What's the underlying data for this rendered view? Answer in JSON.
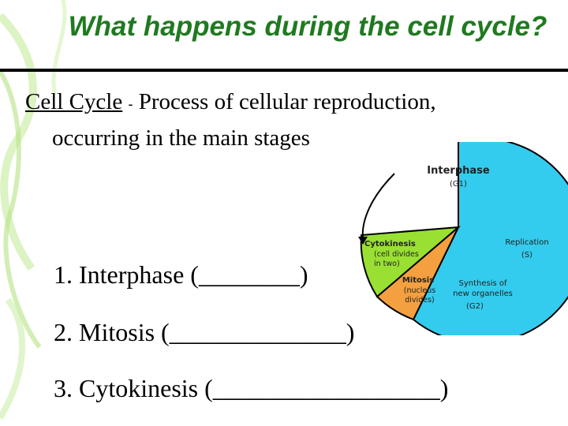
{
  "slide": {
    "title": "What happens during the cell cycle?",
    "definition": {
      "term": "Cell Cycle",
      "separator": "-",
      "line1": "Process of cellular reproduction,",
      "line2": "occurring in the main stages"
    },
    "stages": [
      {
        "number": "1.",
        "text": "Interphase (________)"
      },
      {
        "number": "2.",
        "text": "Mitosis (______________)"
      },
      {
        "number": "3.",
        "text": "Cytokinesis (__________________)"
      }
    ]
  },
  "chart_data": {
    "type": "pie",
    "slices": [
      {
        "label": "Interphase",
        "sublabel": "(G1)",
        "color": "#33ccee"
      },
      {
        "label": "Replication",
        "sublabel": "(S)",
        "color": "#33ccee"
      },
      {
        "label": "Synthesis of new organelles",
        "sublabel": "(G2)",
        "color": "#33ccee"
      },
      {
        "label": "Mitosis",
        "sublabel": "(nucleus divides)",
        "color": "#f4a040"
      },
      {
        "label": "Cytokinesis",
        "sublabel": "(cell divides in two)",
        "color": "#99e033"
      }
    ],
    "labels": {
      "interphase": "Interphase",
      "g1": "(G1)",
      "replication": "Replication",
      "s": "(S)",
      "synthesis1": "Synthesis of",
      "synthesis2": "new organelles",
      "g2": "(G2)",
      "mitosis": "Mitosis",
      "mitosis_sub1": "(nucleus",
      "mitosis_sub2": "divides)",
      "cytokinesis": "Cytokinesis",
      "cyto_sub1": "(cell divides",
      "cyto_sub2": "in two)"
    }
  },
  "colors": {
    "title": "#1f7a1f",
    "interphase": "#33ccee",
    "mitosis": "#f4a040",
    "cytokinesis": "#99e033",
    "swirl": "#9fd860"
  }
}
